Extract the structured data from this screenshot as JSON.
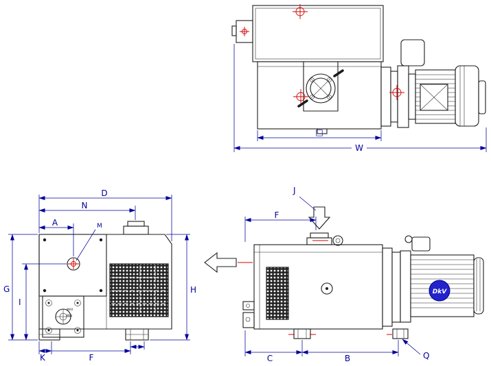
{
  "drawing": {
    "colors": {
      "background": "#ffffff",
      "object_line": "#1c1c1c",
      "dimension": "#00009b",
      "centerline": "#d40000",
      "hatch": "#222222",
      "logo_bg": "#2323cd",
      "logo_text": "#ffffff"
    },
    "labels": {
      "top_inner_width": "□",
      "top_overall_width": "W",
      "d": "D",
      "n": "N",
      "a": "A",
      "m": "M",
      "g": "G",
      "i": "I",
      "h": "H",
      "k": "K",
      "f_front": "F",
      "j": "J",
      "f_side": "F",
      "c": "C",
      "b": "B",
      "q": "Q",
      "oil_max": "MAX",
      "oil_min": "MIN",
      "motor_logo": "DkV"
    }
  }
}
